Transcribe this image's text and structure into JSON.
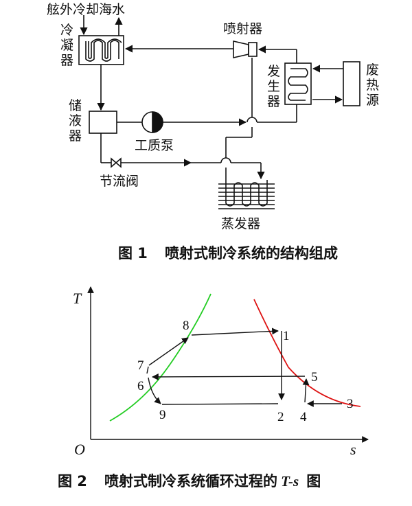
{
  "figure1": {
    "seawater_label": "舷外冷却海水",
    "condenser_label": [
      "冷",
      "凝",
      "器"
    ],
    "ejector_label": "喷射器",
    "generator_label": [
      "发",
      "生",
      "器"
    ],
    "waste_heat_label": [
      "废",
      "热",
      "源"
    ],
    "receiver_label": [
      "储",
      "液",
      "器"
    ],
    "pump_label": "工质泵",
    "valve_label": "节流阀",
    "evaporator_label": "蒸发器",
    "caption_num": "图 1",
    "caption_text": "喷射式制冷系统的结构组成"
  },
  "figure2": {
    "y_axis": "T",
    "x_axis": "s",
    "origin": "O",
    "points": [
      "1",
      "2",
      "3",
      "4",
      "5",
      "6",
      "7",
      "8",
      "9"
    ],
    "saturated_liquid_color": "#22cc22",
    "saturated_vapor_color": "#dd1111",
    "caption_num": "图 2",
    "caption_text": "喷射式制冷系统循环过程的",
    "caption_ts": "T-s",
    "caption_end": "图"
  }
}
